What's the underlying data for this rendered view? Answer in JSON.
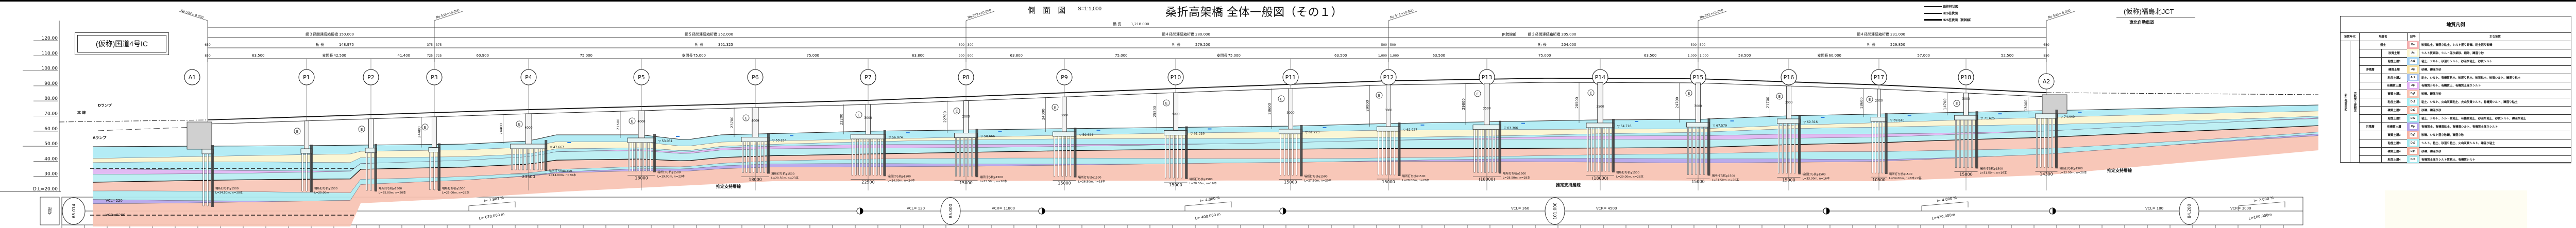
{
  "title": "桑折高架橋 全体一般図（その１）",
  "view_label": "側 面 図",
  "scale": "S=1:1,000",
  "bridge_length_label": "橋 長",
  "bridge_length": "1,218.000",
  "left_ic": "(仮称)国道4号IC",
  "right_jct": "(仮称)福島北JCT",
  "right_road": "東北自動車道",
  "boring_legend": [
    "既往柱状図",
    "H26柱状図",
    "H26柱状図（新幹線）"
  ],
  "alignment_labels": {
    "d_ramp": "Dランプ",
    "main_line": "本 線",
    "a_ramp": "Aランプ"
  },
  "bearing_layer_label": "推定支持層線",
  "elevations": [
    "120.00",
    "110.00",
    "100.00",
    "90.00",
    "80.00",
    "70.00",
    "60.00",
    "50.00",
    "40.00",
    "30.00",
    "D.L=20.00"
  ],
  "stations": [
    {
      "at": "A1",
      "label": "No.532+ 8.000"
    },
    {
      "at": "P3",
      "label": "No.539+18.000"
    },
    {
      "at": "P8",
      "label": "No.557+10.000"
    },
    {
      "at": "P12",
      "label": "No.571+10.000"
    },
    {
      "at": "P15",
      "label": "No.581+15.000"
    },
    {
      "at": "A2",
      "label": "No.593+ 6.000"
    }
  ],
  "girders": [
    {
      "from": "A1",
      "to": "P3",
      "prefix": "",
      "type": "鋼３径間連続箱桁橋",
      "length": "150.000",
      "girder_length_label": "桁 長",
      "girder_length": "148.975"
    },
    {
      "from": "P3",
      "to": "P8",
      "prefix": "",
      "type": "鋼５径間連続箱桁橋",
      "length": "352.000",
      "girder_length_label": "桁 長",
      "girder_length": "351.325"
    },
    {
      "from": "P8",
      "to": "P12",
      "prefix": "",
      "type": "鋼４径間連続箱桁橋",
      "length": "280.000",
      "girder_length_label": "桁 長",
      "girder_length": "279.200"
    },
    {
      "from": "P12",
      "to": "P15",
      "prefix": "JR跨線部",
      "type": "鋼３径間連続箱桁橋",
      "length": "205.000",
      "girder_length_label": "桁 長",
      "girder_length": "204.000"
    },
    {
      "from": "P15",
      "to": "A2",
      "prefix": "",
      "type": "鋼４径間連続箱桁橋",
      "length": "231.000",
      "girder_length_label": "桁 長",
      "girder_length": "229.850"
    }
  ],
  "span_label": "支間長",
  "spans": [
    {
      "from": "A1",
      "to": "P1",
      "value": "63.500",
      "labeled": false
    },
    {
      "from": "P1",
      "to": "P2",
      "value": "42.500",
      "labeled": true
    },
    {
      "from": "P2",
      "to": "P3",
      "value": "41.400",
      "labeled": false
    },
    {
      "from": "P3",
      "to": "P4",
      "value": "60.900",
      "labeled": false
    },
    {
      "from": "P4",
      "to": "P5",
      "value": "75.000",
      "labeled": false
    },
    {
      "from": "P5",
      "to": "P6",
      "value": "75.000",
      "labeled": true
    },
    {
      "from": "P6",
      "to": "P7",
      "value": "75.000",
      "labeled": false
    },
    {
      "from": "P7",
      "to": "P8",
      "value": "63.800",
      "labeled": false
    },
    {
      "from": "P8",
      "to": "P9",
      "value": "63.800",
      "labeled": false
    },
    {
      "from": "P9",
      "to": "P10",
      "value": "75.000",
      "labeled": false
    },
    {
      "from": "P10",
      "to": "P11",
      "value": "75.000",
      "labeled": true
    },
    {
      "from": "P11",
      "to": "P12",
      "value": "63.500",
      "labeled": false
    },
    {
      "from": "P12",
      "to": "P13",
      "value": "63.500",
      "labeled": false
    },
    {
      "from": "P13",
      "to": "P14",
      "value": "75.000",
      "labeled": false
    },
    {
      "from": "P14",
      "to": "P15",
      "value": "63.500",
      "labeled": false
    },
    {
      "from": "P15",
      "to": "P16",
      "value": "58.500",
      "labeled": false
    },
    {
      "from": "P16",
      "to": "P17",
      "value": "60.000",
      "labeled": true
    },
    {
      "from": "P17",
      "to": "P18",
      "value": "57.000",
      "labeled": false
    },
    {
      "from": "P18",
      "to": "A2",
      "value": "52.500",
      "labeled": false
    }
  ],
  "bearing_dims": [
    {
      "at": "A1",
      "girder": "650",
      "span": "850"
    },
    {
      "at": "P3",
      "girder": "375 | 375",
      "span": "725 | 725"
    },
    {
      "at": "P8",
      "girder": "300 | 300",
      "span": "900 | 900"
    },
    {
      "at": "P12",
      "girder": "500 | 500",
      "span": "1,000 | 1,000"
    },
    {
      "at": "P15",
      "girder": "500 | 500",
      "span": "1,000 | 1,000"
    },
    {
      "at": "A2",
      "girder": "650",
      "span": "850"
    }
  ],
  "piers": [
    {
      "name": "A1",
      "column": "",
      "height": "",
      "footing": "",
      "pile": "場所打ち杭φ1500",
      "pile_spec": "L=34.50m, n=30本",
      "water_level": ""
    },
    {
      "name": "P1",
      "column": "",
      "height": "",
      "footing": "",
      "pile": "場所打ち杭φ1500",
      "pile_spec": "L=25.00m",
      "water_level": ""
    },
    {
      "name": "P2",
      "column": "",
      "height": "",
      "footing": "",
      "pile": "場所打ち杭φ1500",
      "pile_spec": "L=25.00m, n=20本",
      "water_level": ""
    },
    {
      "name": "P3",
      "column": "",
      "height": "24400",
      "footing": "",
      "pile": "場所打ち杭φ1500",
      "pile_spec": "L=25.00m, n=28本",
      "water_level": ""
    },
    {
      "name": "P4",
      "column": "4000",
      "height": "24400",
      "footing": "23500",
      "pile": "場所打ち杭φ1500",
      "pile_spec": "L=14.00m, n=30本",
      "water_level": "▽ 47.667"
    },
    {
      "name": "P5",
      "column": "4000",
      "height": "21600",
      "footing": "18000",
      "pile": "場所打ち杭φ1500",
      "pile_spec": "L=19.00m, n=23本",
      "water_level": "▽ 53.031"
    },
    {
      "name": "P6",
      "column": "4000",
      "height": "23700",
      "footing": "18000",
      "pile": "場所打ち杭φ1500",
      "pile_spec": "L=20.50m, n=23本",
      "water_level": "▽ 53.154"
    },
    {
      "name": "P7",
      "column": "3000",
      "height": "22200",
      "footing": "22500",
      "pile": "場所打ち杭φ1500",
      "pile_spec": "L=24.00m, n=24本",
      "water_level": "▽ 56.974"
    },
    {
      "name": "P8",
      "column": "3000",
      "height": "22700",
      "footing": "15000",
      "pile": "場所打ち杭φ1500",
      "pile_spec": "L=25.50m, n=16本",
      "water_level": "▽ 58.666"
    },
    {
      "name": "P9",
      "column": "3000",
      "height": "24000",
      "footing": "15000",
      "pile": "場所打ち杭φ1500",
      "pile_spec": "L=26.50m, n=16本",
      "water_level": "▽ 59.824"
    },
    {
      "name": "P10",
      "column": "3000",
      "height": "25500",
      "footing": "15000",
      "pile": "場所打ち杭φ1500",
      "pile_spec": "L=28.50m, n=16本",
      "water_level": "▽ 61.326"
    },
    {
      "name": "P11",
      "column": "3000",
      "height": "28600",
      "footing": "15000",
      "pile": "場所打ち杭φ1500",
      "pile_spec": "L=27.50m, n=20本",
      "water_level": "▽ 61.223"
    },
    {
      "name": "P12",
      "column": "3000",
      "height": "29000",
      "footing": "15000",
      "pile": "場所打ち杭φ1500",
      "pile_spec": "L=29.00m, n=20本",
      "water_level": "▽ 62.927"
    },
    {
      "name": "P13",
      "column": "3500",
      "height": "29800",
      "footing": "(18000)",
      "pile": "場所打ち杭φ1500",
      "pile_spec": "L=28.50m, n=28本",
      "water_level": "▽ 63.366"
    },
    {
      "name": "P14",
      "column": "3500",
      "height": "28500",
      "footing": "(18000)",
      "pile": "場所打ち杭φ1500",
      "pile_spec": "L=29.00m, n=28本",
      "water_level": "▽ 64.716"
    },
    {
      "name": "P15",
      "column": "3000",
      "height": "24700",
      "footing": "15000",
      "pile": "場所打ち杭φ1500",
      "pile_spec": "L=31.50m, n=20本",
      "water_level": "▽ 67.579"
    },
    {
      "name": "P16",
      "column": "3000",
      "height": "21700",
      "footing": "15000",
      "pile": "場所打ち杭φ1500",
      "pile_spec": "L=33.00m, n=16本",
      "water_level": "▽ 69.316"
    },
    {
      "name": "P17",
      "column": "2000",
      "height": "18600",
      "footing": "10500",
      "pile": "場所打ち杭φ1500",
      "pile_spec": "L=34.00m, n=8本×2基",
      "water_level": "▽ 69.840"
    },
    {
      "name": "P18",
      "column": "3000",
      "height": "14700",
      "footing": "15000",
      "pile": "場所打ち杭φ1500",
      "pile_spec": "L=31.50m, n=16本",
      "water_level": "▽ 71.625"
    },
    {
      "name": "A2",
      "column": "",
      "height": "13000",
      "footing": "14300",
      "pile": "場所打ち杭φ1500",
      "pile_spec": "L=32.50m, n=20本",
      "water_level": "▽ 74.440"
    }
  ],
  "profile": {
    "strip_label": "勾配",
    "vips": [
      {
        "elev": "65.014",
        "vcl": "VCL=220",
        "vcr": "VCR=8200"
      },
      {
        "elev": "85.000",
        "vcl": "VCL= 120",
        "vcr": "VCR= 11800"
      },
      {
        "elev": "101.000",
        "vcl": "VCL= 360",
        "vcr": "VCR= 4500"
      },
      {
        "elev": "84.200",
        "vcl": "VCL= 180",
        "vcr": "VCR= 3000"
      }
    ],
    "grades": [
      {
        "i": "i= 2.983 %",
        "L": "L= 670.000 m"
      },
      {
        "i": "i= 4.000 %",
        "L": "L= 400.000 m"
      },
      {
        "i": "i= 4.000 %",
        "L": "L=420.000m"
      },
      {
        "i": "i= 2.000 %",
        "L": "L=180.000m"
      }
    ]
  },
  "geology_legend": {
    "title": "地質凡例",
    "headers": [
      "地質年代",
      "地質名",
      "記号",
      "主な地質"
    ],
    "era": "新生代第四紀",
    "epoch": "完新世～更新世",
    "groups": [
      {
        "name": "",
        "rows": [
          {
            "name": "盛土",
            "symbol": "Bn",
            "color": "#f4b0b0",
            "desc": "砂質粘土、礫混り粘土、シルト混り砂礫、粘土混り砂礫"
          }
        ]
      },
      {
        "name": "沖積層",
        "rows": [
          {
            "name": "砂質土層",
            "symbol": "As",
            "color": "#fbf5d0",
            "desc": "シルト質細砂、シルト混り細砂、細砂、礫混り砂"
          },
          {
            "name": "粘性土層1",
            "symbol": "Ac1",
            "color": "#a8d4f2",
            "desc": "粘土、シルト、砂混りシルト、砂混り粘土、砂質シルト"
          },
          {
            "name": "礫質土層",
            "symbol": "Ag",
            "color": "#f8e0a0",
            "desc": "砂礫、礫混り砂"
          },
          {
            "name": "粘性土層2",
            "symbol": "Ac2",
            "color": "#a8c4f0",
            "desc": "粘土、シルト、有機質粘土、砂混り粘土、砂質粘土、砂質シルト、礫混り粘土"
          },
          {
            "name": "有機質土層",
            "symbol": "Ap",
            "color": "#e2b0f2",
            "desc": "有機質シルト、有機質土、有機質土混りシルト"
          }
        ]
      },
      {
        "name": "洪積層",
        "rows": [
          {
            "name": "礫質土層1",
            "symbol": "Dg1",
            "color": "#f8c4b4",
            "desc": "砂礫、礫混り砂"
          },
          {
            "name": "粘性土層1",
            "symbol": "Dc1",
            "color": "#a8eef2",
            "desc": "粘土、シルト、火山灰質粘土、火山灰質シルト、有機質シルト、礫混り粘土"
          },
          {
            "name": "礫質土層2",
            "symbol": "Dg2",
            "color": "#f8b8a4",
            "desc": "砂礫、礫混り砂"
          },
          {
            "name": "粘性土層2",
            "symbol": "Dc2",
            "color": "#9ee6e8",
            "desc": "粘土、シルト、シルト質粘土、有機質粘土、砂混り粘土、砂質シルト、礫混り粘土"
          },
          {
            "name": "有機質土層",
            "symbol": "Dp",
            "color": "#b4a4ea",
            "desc": "有機質土、有機質粘土、有機質シルト、有機質土混りシルト"
          },
          {
            "name": "礫質土層3",
            "symbol": "Dg3",
            "color": "#f6b4a4",
            "desc": "砂礫、シルト混り砂礫、礫混り砂"
          },
          {
            "name": "粘性土層3",
            "symbol": "Dc3",
            "color": "#a4e8ee",
            "desc": "シルト、粘土、砂混り粘土、火山灰質シルト、礫混り粘土"
          },
          {
            "name": "礫質土層4",
            "symbol": "Dg4",
            "color": "#f4b0a0",
            "desc": "砂礫、礫混り砂"
          },
          {
            "name": "粘性土層4",
            "symbol": "Dc4",
            "color": "#a8eaf0",
            "desc": "有機質土混りシルト質粘土、有機質シルト"
          }
        ]
      }
    ]
  }
}
